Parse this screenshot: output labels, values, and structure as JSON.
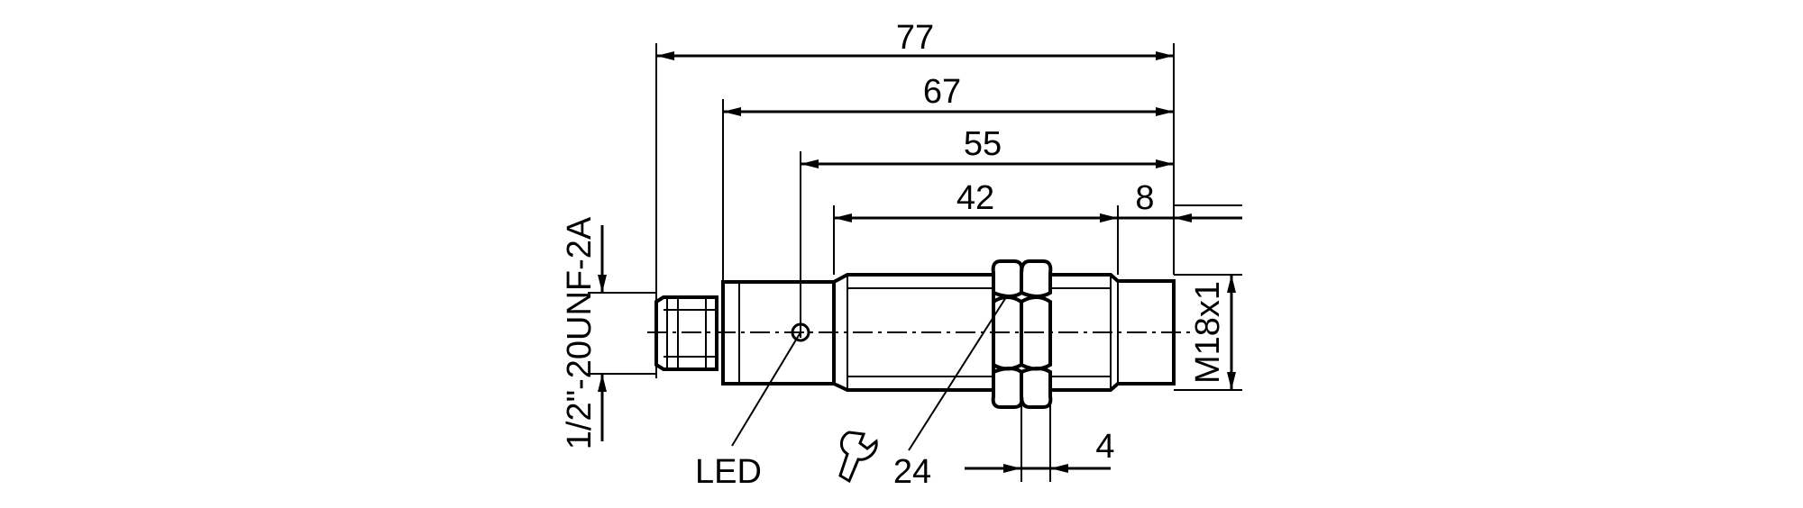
{
  "dimensions": {
    "overall_length": "77",
    "connector_to_face": "67",
    "led_to_face": "55",
    "thread_length": "42",
    "face_offset": "8",
    "nut_width": "4"
  },
  "labels": {
    "connector_thread": "1/2\"-20UNF-2A",
    "body_thread": "M18x1",
    "led": "LED",
    "wrench_size": "24"
  },
  "icons": [
    "wrench-icon"
  ],
  "colors": {
    "line": "#000000",
    "background": "#ffffff"
  }
}
